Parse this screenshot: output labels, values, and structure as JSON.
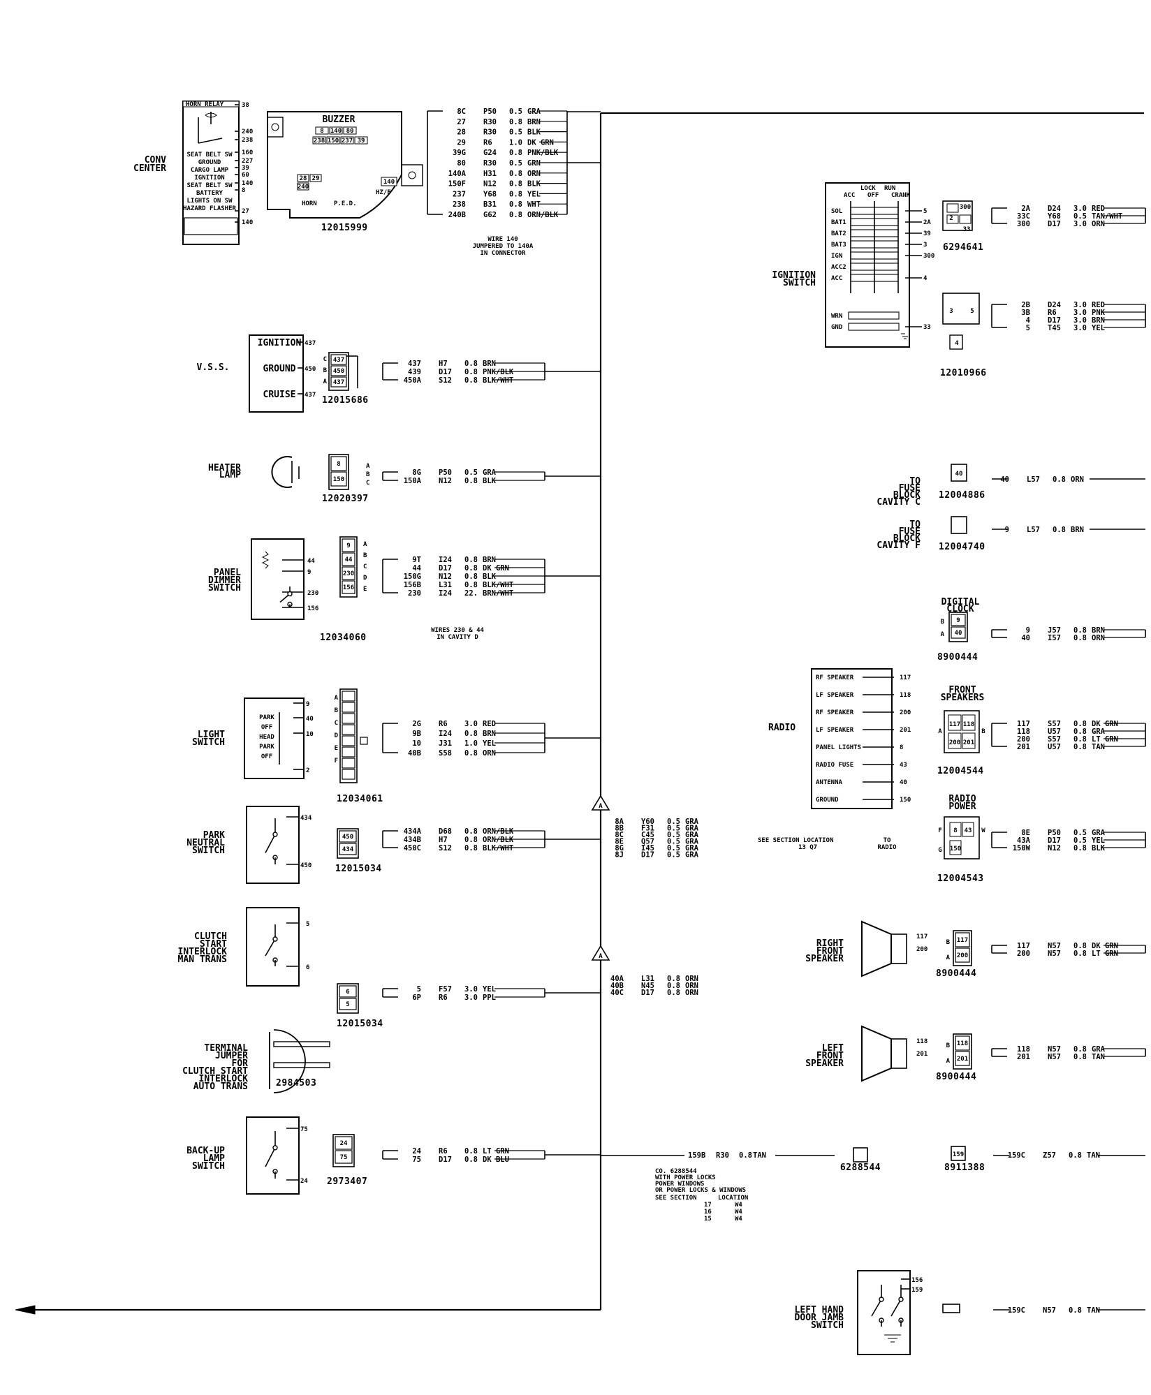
{
  "left_components": {
    "conv_center": {
      "label_lines": [
        "CONV",
        "CENTER"
      ],
      "relay_title": "HORN RELAY",
      "pins": [
        "38",
        "240",
        "238",
        "160",
        "227",
        "39",
        "60",
        "140",
        "8",
        "27",
        "140"
      ],
      "rows": [
        "SEAT BELT SW",
        "GROUND",
        "CARGO LAMP",
        "IGNITION",
        "SEAT BELT SW",
        "BATTERY",
        "LIGHTS ON SW",
        "HAZARD FLASHER"
      ]
    },
    "buzzer": {
      "title": "BUZZER",
      "cavities_top": [
        "8",
        "140",
        "80"
      ],
      "cavities_mid": [
        "238",
        "150",
        "237",
        "39"
      ],
      "cavities_left": [
        "28",
        "29",
        "240"
      ],
      "hz_pin": "140",
      "hz_label": "HZ/F",
      "horn_label": "HORN",
      "ped_label": "P.E.D.",
      "part": "12015999"
    },
    "buzzer_wires": [
      {
        "circuit": "8C",
        "loc": "P50",
        "gauge": "0.5",
        "color": "GRA"
      },
      {
        "circuit": "27",
        "loc": "R30",
        "gauge": "0.8",
        "color": "BRN"
      },
      {
        "circuit": "28",
        "loc": "R30",
        "gauge": "0.5",
        "color": "BLK"
      },
      {
        "circuit": "29",
        "loc": "R6",
        "gauge": "1.0",
        "color": "DK GRN"
      },
      {
        "circuit": "39G",
        "loc": "G24",
        "gauge": "0.8",
        "color": "PNK/BLK"
      },
      {
        "circuit": "80",
        "loc": "R30",
        "gauge": "0.5",
        "color": "GRN"
      },
      {
        "circuit": "140A",
        "loc": "H31",
        "gauge": "0.8",
        "color": "ORN"
      },
      {
        "circuit": "150F",
        "loc": "N12",
        "gauge": "0.8",
        "color": "BLK"
      },
      {
        "circuit": "237",
        "loc": "Y68",
        "gauge": "0.8",
        "color": "YEL"
      },
      {
        "circuit": "238",
        "loc": "B31",
        "gauge": "0.8",
        "color": "WHT"
      },
      {
        "circuit": "240B",
        "loc": "G62",
        "gauge": "0.8",
        "color": "ORN/BLK"
      }
    ],
    "buzzer_note": [
      "WIRE 140",
      "JUMPERED TO 140A",
      "IN CONNECTOR"
    ],
    "vss": {
      "label": "V.S.S.",
      "rows": [
        "IGNITION",
        "GROUND",
        "CRUISE"
      ],
      "pins": [
        "437",
        "450",
        "437"
      ],
      "cavities": [
        "437",
        "450",
        "437"
      ],
      "letters": [
        "C",
        "B",
        "A"
      ],
      "part": "12015686",
      "wires": [
        {
          "circuit": "437",
          "loc": "H7",
          "gauge": "0.8",
          "color": "BRN"
        },
        {
          "circuit": "439",
          "loc": "D17",
          "gauge": "0.8",
          "color": "PNK/BLK"
        },
        {
          "circuit": "450A",
          "loc": "S12",
          "gauge": "0.8",
          "color": "BLK/WHT"
        }
      ]
    },
    "heater_lamp": {
      "label_lines": [
        "HEATER",
        "LAMP"
      ],
      "cavities": [
        "8",
        "150"
      ],
      "letters": [
        "A",
        "B",
        "C"
      ],
      "part": "12020397",
      "wires": [
        {
          "circuit": "8G",
          "loc": "P50",
          "gauge": "0.5",
          "color": "GRA"
        },
        {
          "circuit": "150A",
          "loc": "N12",
          "gauge": "0.8",
          "color": "BLK"
        }
      ]
    },
    "panel_dimmer": {
      "label_lines": [
        "PANEL",
        "DIMMER",
        "SWITCH"
      ],
      "pins": [
        "44",
        "9",
        "230",
        "156"
      ],
      "cavities": [
        "9",
        "44",
        "230",
        "156"
      ],
      "letters": [
        "A",
        "B",
        "C",
        "D",
        "E"
      ],
      "part": "12034060",
      "wires": [
        {
          "circuit": "9T",
          "loc": "I24",
          "gauge": "0.8",
          "color": "BRN"
        },
        {
          "circuit": "44",
          "loc": "D17",
          "gauge": "0.8",
          "color": "DK GRN"
        },
        {
          "circuit": "150G",
          "loc": "N12",
          "gauge": "0.8",
          "color": "BLK"
        },
        {
          "circuit": "156B",
          "loc": "L31",
          "gauge": "0.8",
          "color": "BLK/WHT"
        },
        {
          "circuit": "230",
          "loc": "I24",
          "gauge": "22.",
          "color": "BRN/WHT"
        }
      ],
      "note": [
        "WIRES 230 & 44",
        "IN CAVITY D"
      ]
    },
    "light_switch": {
      "label_lines": [
        "LIGHT",
        "SWITCH"
      ],
      "pins": [
        "9",
        "40",
        "10",
        "2"
      ],
      "inner": [
        "PARK",
        "OFF",
        "HEAD",
        "PARK",
        "OFF"
      ],
      "letters": [
        "A",
        "B",
        "C",
        "D",
        "E",
        "F"
      ],
      "part": "12034061",
      "wires": [
        {
          "circuit": "2G",
          "loc": "R6",
          "gauge": "3.0",
          "color": "RED"
        },
        {
          "circuit": "9B",
          "loc": "I24",
          "gauge": "0.8",
          "color": "BRN"
        },
        {
          "circuit": "10",
          "loc": "J31",
          "gauge": "1.0",
          "color": "YEL"
        },
        {
          "circuit": "40B",
          "loc": "S58",
          "gauge": "0.8",
          "color": "ORN"
        }
      ]
    },
    "park_neutral": {
      "label_lines": [
        "PARK",
        "NEUTRAL",
        "SWITCH"
      ],
      "pins": [
        "434",
        "450"
      ],
      "cavities": [
        "450",
        "434"
      ],
      "part": "12015034",
      "wires": [
        {
          "circuit": "434A",
          "loc": "D68",
          "gauge": "0.8",
          "color": "ORN/BLK"
        },
        {
          "circuit": "434B",
          "loc": "H7",
          "gauge": "0.8",
          "color": "ORN/BLK"
        },
        {
          "circuit": "450C",
          "loc": "S12",
          "gauge": "0.8",
          "color": "BLK/WHT"
        }
      ]
    },
    "clutch": {
      "label_lines": [
        "CLUTCH",
        "START",
        "INTERLOCK",
        "MAN TRANS"
      ],
      "pins": [
        "5",
        "6"
      ],
      "cavities": [
        "6",
        "5"
      ],
      "part": "12015034",
      "wires": [
        {
          "circuit": "5",
          "loc": "F57",
          "gauge": "3.0",
          "color": "YEL"
        },
        {
          "circuit": "6P",
          "loc": "R6",
          "gauge": "3.0",
          "color": "PPL"
        }
      ]
    },
    "jumper": {
      "label_lines": [
        "TERMINAL",
        "JUMPER",
        "FOR",
        "CLUTCH START",
        "INTERLOCK",
        "AUTO TRANS"
      ],
      "part": "2984503"
    },
    "backup": {
      "label_lines": [
        "BACK-UP",
        "LAMP",
        "SWITCH"
      ],
      "pins": [
        "75",
        "24"
      ],
      "cavities": [
        "24",
        "75"
      ],
      "part": "2973407",
      "wires": [
        {
          "circuit": "24",
          "loc": "R6",
          "gauge": "0.8",
          "color": "LT GRN"
        },
        {
          "circuit": "75",
          "loc": "D17",
          "gauge": "0.8",
          "color": "DK BLU"
        }
      ]
    }
  },
  "center": {
    "splice_a": {
      "letter": "A",
      "wires": [
        {
          "circuit": "8A",
          "loc": "Y60",
          "gauge": "0.5",
          "color": "GRA"
        },
        {
          "circuit": "8B",
          "loc": "F31",
          "gauge": "0.5",
          "color": "GRA"
        },
        {
          "circuit": "8C",
          "loc": "C45",
          "gauge": "0.5",
          "color": "GRA"
        },
        {
          "circuit": "8E",
          "loc": "Q57",
          "gauge": "0.5",
          "color": "GRA"
        },
        {
          "circuit": "8G",
          "loc": "I45",
          "gauge": "0.5",
          "color": "GRA"
        },
        {
          "circuit": "8J",
          "loc": "D17",
          "gauge": "0.5",
          "color": "GRA"
        }
      ]
    },
    "splice_b": {
      "letter": "A",
      "wires": [
        {
          "circuit": "40A",
          "loc": "L31",
          "gauge": "0.8",
          "color": "ORN"
        },
        {
          "circuit": "40B",
          "loc": "N45",
          "gauge": "0.8",
          "color": "ORN"
        },
        {
          "circuit": "40C",
          "loc": "D17",
          "gauge": "0.8",
          "color": "ORN"
        }
      ]
    },
    "power_lock_wire": {
      "circuit": "159B",
      "loc": "R30",
      "gauge": "0.8",
      "color": "TAN"
    },
    "power_lock_conn": "6288544",
    "power_lock_note": [
      "CO. 6288544",
      "WITH POWER LOCKS",
      "POWER WINDOWS",
      "OR POWER LOCKS & WINDOWS"
    ],
    "see_section": {
      "header": [
        "SEE SECTION",
        "LOCATION"
      ],
      "rows": [
        [
          "17",
          "W4"
        ],
        [
          "16",
          "W4"
        ],
        [
          "15",
          "W4"
        ]
      ]
    },
    "radio": {
      "label": "RADIO",
      "rows": [
        {
          "name": "RF SPEAKER",
          "pin": "117"
        },
        {
          "name": "LF SPEAKER",
          "pin": "118"
        },
        {
          "name": "RF SPEAKER",
          "pin": "200"
        },
        {
          "name": "LF SPEAKER",
          "pin": "201"
        },
        {
          "name": "PANEL LIGHTS",
          "pin": "8"
        },
        {
          "name": "RADIO FUSE",
          "pin": "43"
        },
        {
          "name": "ANTENNA",
          "pin": "40"
        },
        {
          "name": "GROUND",
          "pin": "150"
        }
      ]
    },
    "see_radio": {
      "text": "SEE SECTION  LOCATION",
      "vals": "13      Q7",
      "to": [
        "TO",
        "RADIO"
      ]
    },
    "ignition": {
      "label_lines": [
        "IGNITION",
        "SWITCH"
      ],
      "headers": [
        "LOCK",
        "RUN",
        "ACC",
        "OFF",
        "CRANK"
      ],
      "rows": [
        "SOL",
        "BAT1",
        "BAT2",
        "BAT3",
        "IGN",
        "ACC2",
        "ACC",
        "WRN",
        "GND"
      ],
      "pins": [
        "5",
        "2A",
        "39",
        "3",
        "300",
        "",
        "4",
        "",
        "33"
      ]
    },
    "left_door": {
      "label_lines": [
        "LEFT HAND",
        "DOOR JAMB",
        "SWITCH"
      ],
      "pins": [
        "156",
        "159"
      ]
    }
  },
  "right": {
    "ign_conn1": {
      "part": "6294641",
      "cavities": [
        "300",
        "2",
        "33"
      ],
      "wires": [
        {
          "circuit": "2A",
          "loc": "D24",
          "gauge": "3.0",
          "color": "RED"
        },
        {
          "circuit": "33C",
          "loc": "Y68",
          "gauge": "0.5",
          "color": "TAN/WHT"
        },
        {
          "circuit": "300",
          "loc": "D17",
          "gauge": "3.0",
          "color": "ORN"
        }
      ]
    },
    "ign_conn2": {
      "part": "12010966",
      "cavities": [
        "3",
        "5",
        "4"
      ],
      "wires": [
        {
          "circuit": "2B",
          "loc": "D24",
          "gauge": "3.0",
          "color": "RED"
        },
        {
          "circuit": "3B",
          "loc": "R6",
          "gauge": "3.0",
          "color": "PNK"
        },
        {
          "circuit": "4",
          "loc": "D17",
          "gauge": "3.0",
          "color": "BRN"
        },
        {
          "circuit": "5",
          "loc": "T45",
          "gauge": "3.0",
          "color": "YEL"
        }
      ]
    },
    "fuse_c": {
      "label_lines": [
        "TO",
        "FUSE",
        "BLOCK",
        "CAVITY C"
      ],
      "cavity": "40",
      "part": "12004886",
      "wire": {
        "circuit": "40",
        "loc": "L57",
        "gauge": "0.8",
        "color": "ORN"
      }
    },
    "fuse_f": {
      "label_lines": [
        "TO",
        "FUSE",
        "BLOCK",
        "CAVITY F"
      ],
      "part": "12004740",
      "wire": {
        "circuit": "9",
        "loc": "L57",
        "gauge": "0.8",
        "color": "BRN"
      }
    },
    "clock": {
      "label_lines": [
        "DIGITAL",
        "CLOCK"
      ],
      "cavities": [
        "9",
        "40"
      ],
      "letters": [
        "B",
        "A"
      ],
      "part": "8900444",
      "wires": [
        {
          "circuit": "9",
          "loc": "J57",
          "gauge": "0.8",
          "color": "BRN"
        },
        {
          "circuit": "40",
          "loc": "I57",
          "gauge": "0.8",
          "color": "ORN"
        }
      ]
    },
    "front_speakers": {
      "label_lines": [
        "FRONT",
        "SPEAKERS"
      ],
      "cavities": [
        "117",
        "118",
        "200",
        "201"
      ],
      "letters": [
        "A",
        "B"
      ],
      "part": "12004544",
      "wires": [
        {
          "circuit": "117",
          "loc": "S57",
          "gauge": "0.8",
          "color": "DK GRN"
        },
        {
          "circuit": "118",
          "loc": "U57",
          "gauge": "0.8",
          "color": "GRA"
        },
        {
          "circuit": "200",
          "loc": "S57",
          "gauge": "0.8",
          "color": "LT GRN"
        },
        {
          "circuit": "201",
          "loc": "U57",
          "gauge": "0.8",
          "color": "TAN"
        }
      ]
    },
    "radio_power": {
      "label_lines": [
        "RADIO",
        "POWER"
      ],
      "cavities": [
        "8",
        "43",
        "150"
      ],
      "letters": [
        "F",
        "G",
        "W"
      ],
      "part": "12004543",
      "wires": [
        {
          "circuit": "8E",
          "loc": "P50",
          "gauge": "0.5",
          "color": "GRA"
        },
        {
          "circuit": "43A",
          "loc": "D17",
          "gauge": "0.5",
          "color": "YEL"
        },
        {
          "circuit": "150W",
          "loc": "N12",
          "gauge": "0.8",
          "color": "BLK"
        }
      ]
    },
    "right_speaker": {
      "label_lines": [
        "RIGHT",
        "FRONT",
        "SPEAKER"
      ],
      "pins": [
        "117",
        "200"
      ],
      "cavities": [
        "117",
        "200"
      ],
      "letters": [
        "B",
        "A"
      ],
      "part": "8900444",
      "wires": [
        {
          "circuit": "117",
          "loc": "N57",
          "gauge": "0.8",
          "color": "DK GRN"
        },
        {
          "circuit": "200",
          "loc": "N57",
          "gauge": "0.8",
          "color": "LT GRN"
        }
      ]
    },
    "left_speaker": {
      "label_lines": [
        "LEFT",
        "FRONT",
        "SPEAKER"
      ],
      "pins": [
        "118",
        "201"
      ],
      "cavities": [
        "118",
        "201"
      ],
      "letters": [
        "B",
        "A"
      ],
      "part": "8900444",
      "wires": [
        {
          "circuit": "118",
          "loc": "N57",
          "gauge": "0.8",
          "color": "GRA"
        },
        {
          "circuit": "201",
          "loc": "N57",
          "gauge": "0.8",
          "color": "TAN"
        }
      ]
    },
    "conn_8911388": {
      "part": "8911388",
      "cavity": "159",
      "wire": {
        "circuit": "159C",
        "loc": "Z57",
        "gauge": "0.8",
        "color": "TAN"
      }
    },
    "door_wire": {
      "circuit": "159C",
      "loc": "N57",
      "gauge": "0.8",
      "color": "TAN"
    }
  }
}
